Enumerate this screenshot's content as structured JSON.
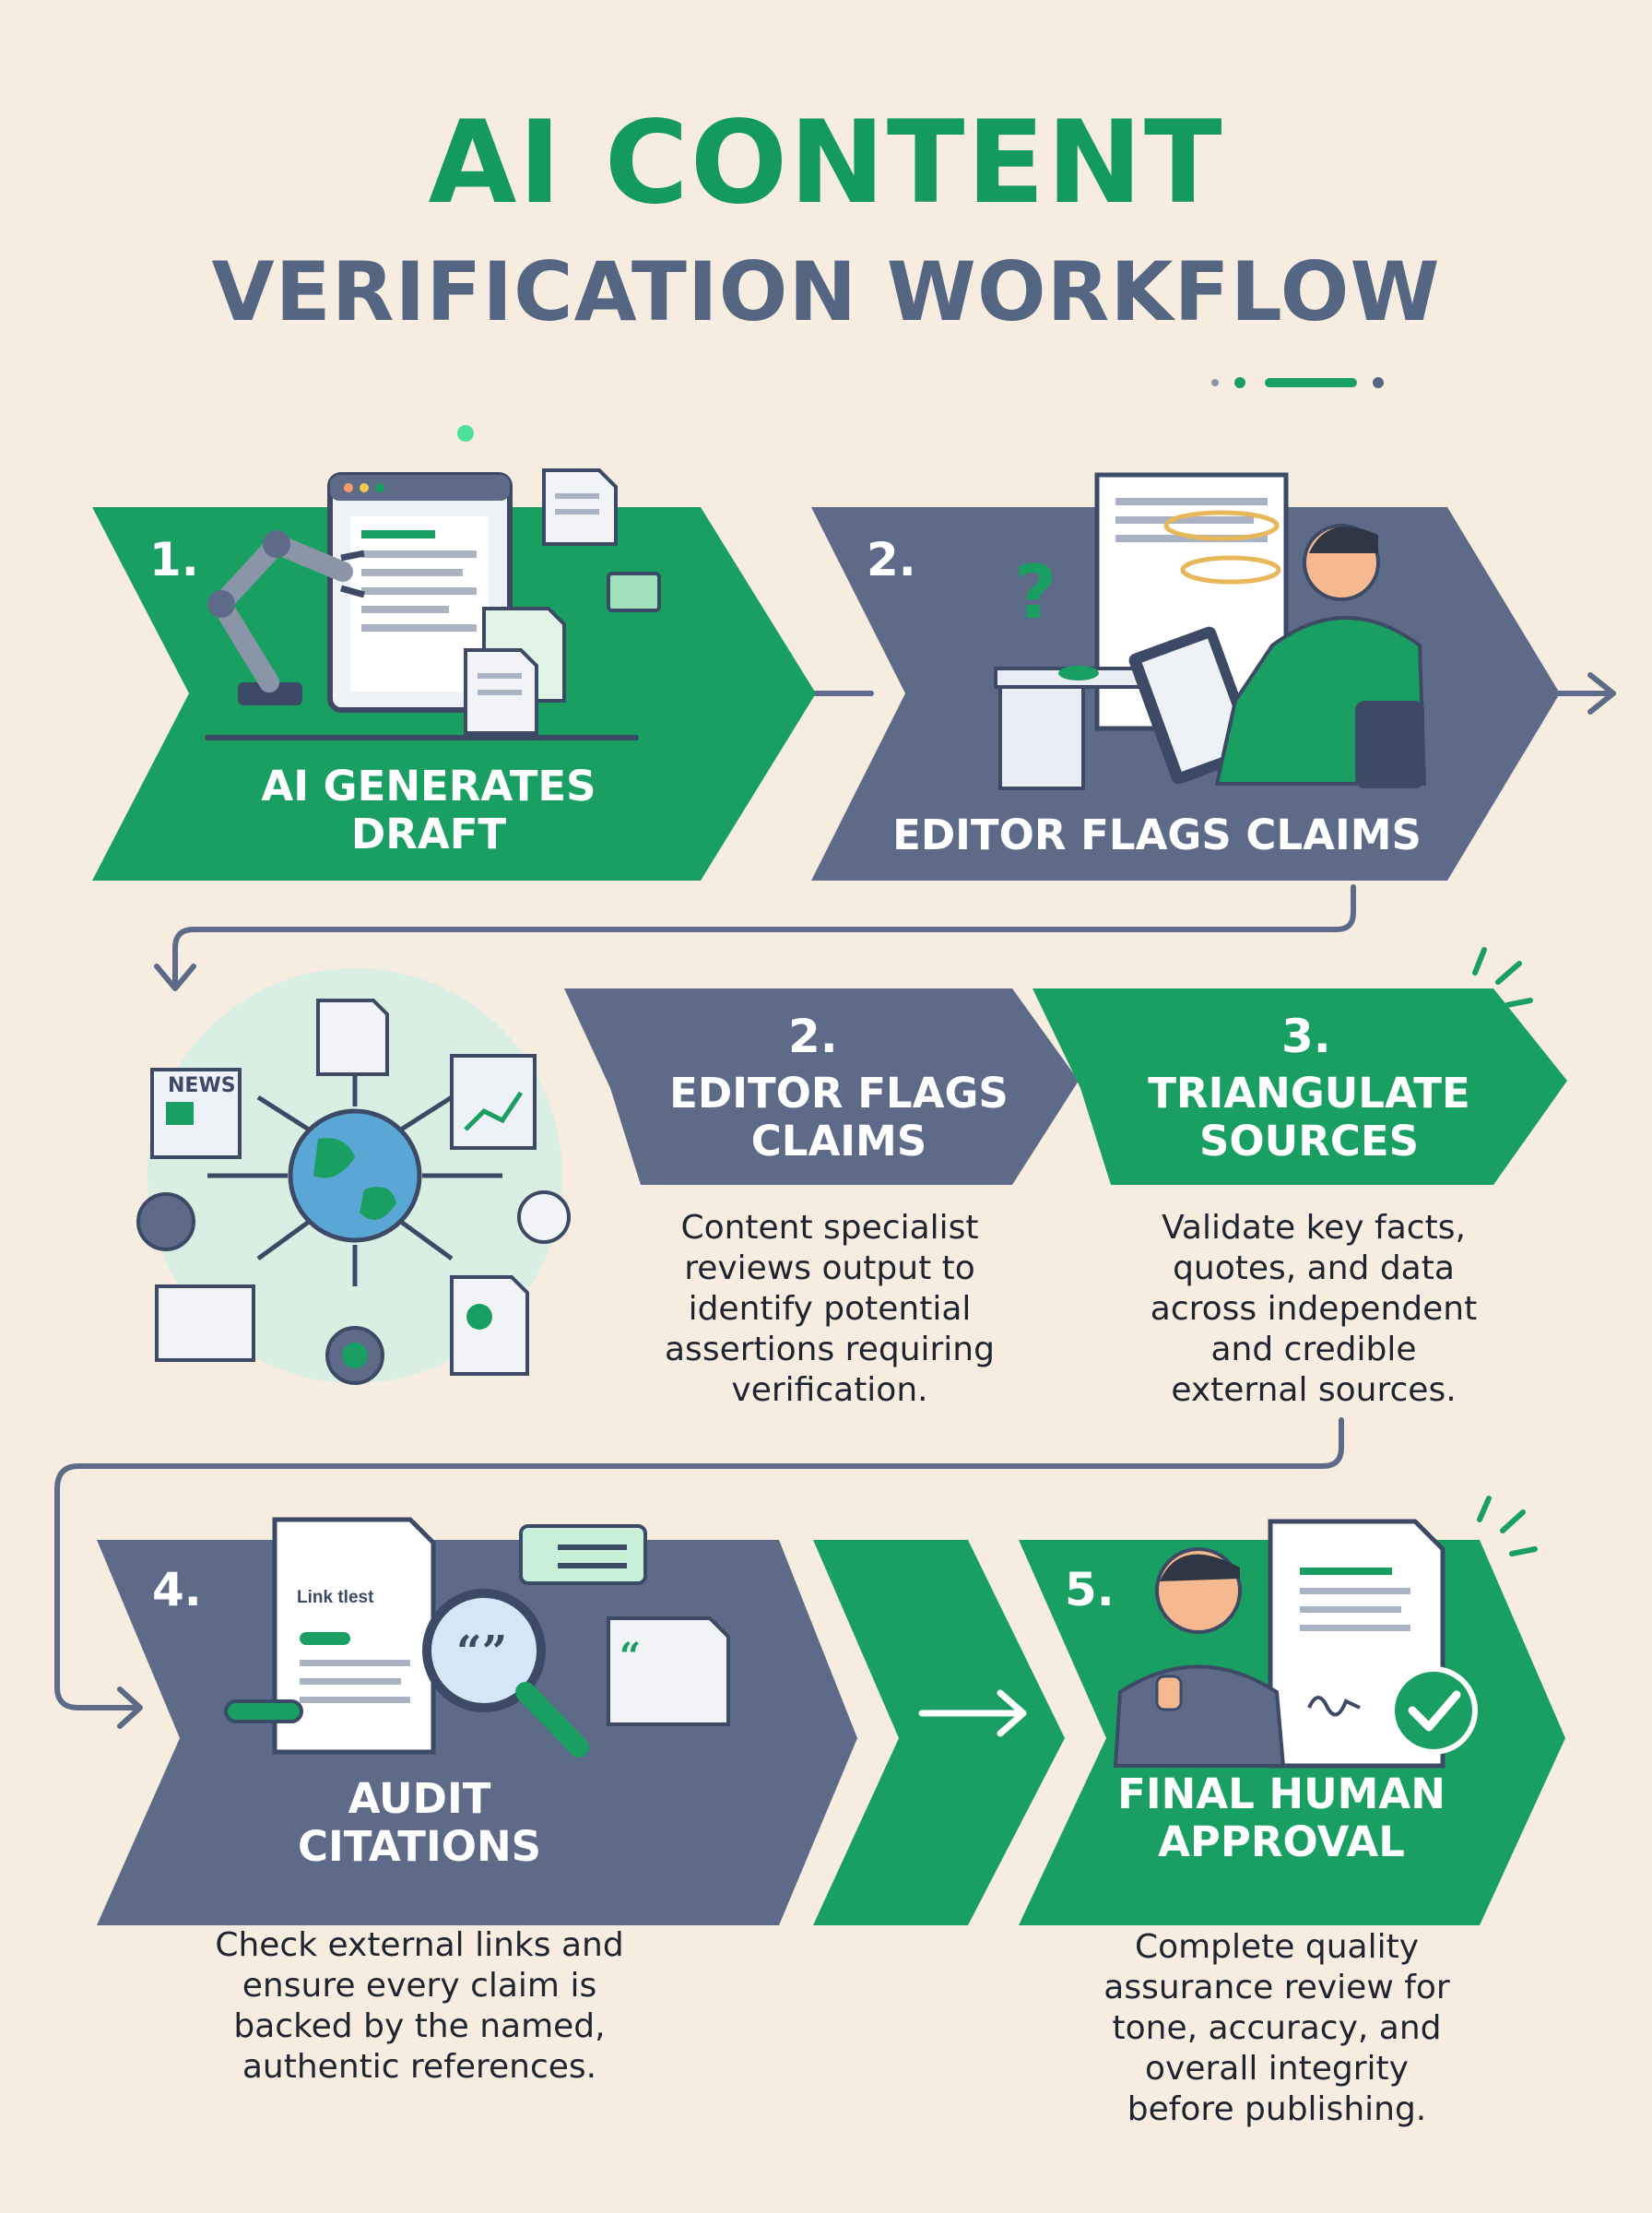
{
  "title": {
    "line1": "AI CONTENT",
    "line2": "VERIFICATION WORKFLOW"
  },
  "colors": {
    "green": "#1a9f62",
    "slate": "#5d6b88",
    "background": "#f6ecdf",
    "title_gray": "#556683"
  },
  "steps": [
    {
      "number": "1.",
      "label_1": "AI GENERATES",
      "label_2": "DRAFT"
    },
    {
      "number": "2.",
      "label_1": "EDITOR FLAGS CLAIMS"
    },
    {
      "number": "2.",
      "label_1": "EDITOR FLAGS",
      "label_2": "CLAIMS",
      "desc": [
        "Content specialist",
        "reviews output to",
        "identify potential",
        "assertions requiring",
        "verification."
      ]
    },
    {
      "number": "3.",
      "label_1": "TRIANGULATE",
      "label_2": "SOURCES",
      "desc": [
        "Validate key facts,",
        "quotes, and data",
        "across independent",
        "and credible",
        "external sources."
      ]
    },
    {
      "number": "4.",
      "label_1": "AUDIT",
      "label_2": "CITATIONS",
      "desc": [
        "Check external links and",
        "ensure every claim is",
        "backed by the named,",
        "authentic references."
      ]
    },
    {
      "number": "5.",
      "label_1": "FINAL HUMAN",
      "label_2": "APPROVAL",
      "desc": [
        "Complete quality",
        "assurance review for",
        "tone, accuracy, and",
        "overall integrity",
        "before publishing."
      ]
    }
  ],
  "illustrations": {
    "news_label": "NEWS",
    "link_label": "Link tlest"
  }
}
